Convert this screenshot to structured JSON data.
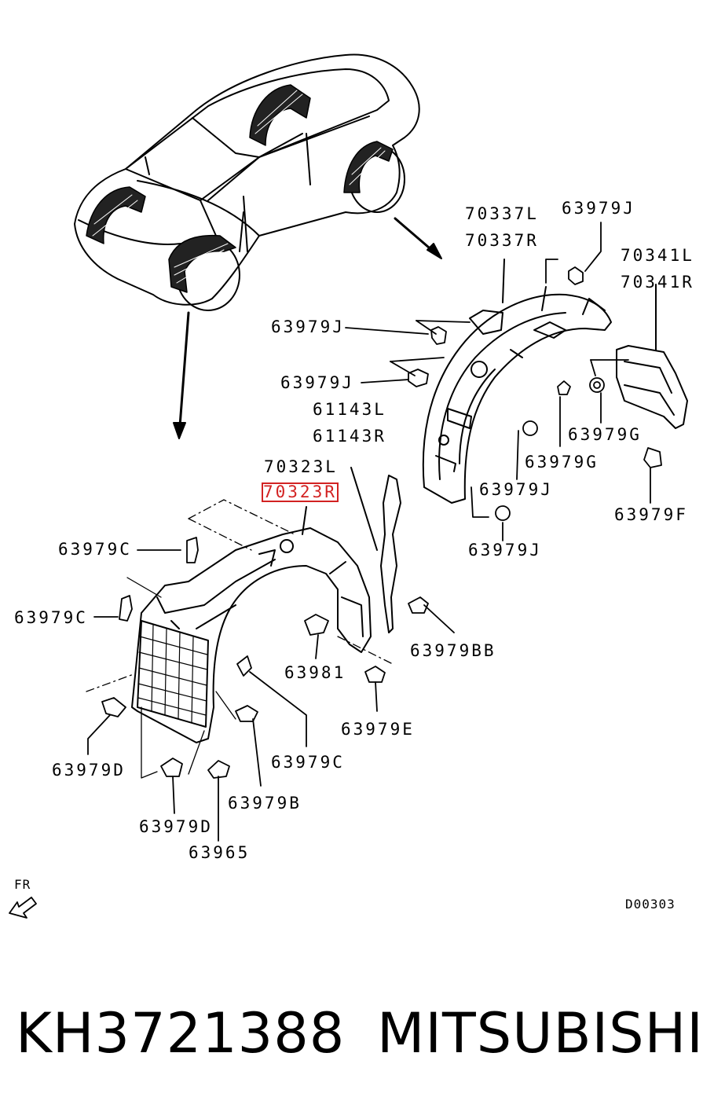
{
  "labels": {
    "p70337L": "70337L",
    "p70337R": "70337R",
    "p63979J_top": "63979J",
    "p70341L": "70341L",
    "p70341R": "70341R",
    "p63979J_a": "63979J",
    "p63979J_b": "63979J",
    "p61143L": "61143L",
    "p61143R": "61143R",
    "p63979G_a": "63979G",
    "p63979G_b": "63979G",
    "p63979J_c": "63979J",
    "p63979F": "63979F",
    "p63979J_d": "63979J",
    "p70323L": "70323L",
    "p70323R": "70323R",
    "p63979C_a": "63979C",
    "p63979C_b": "63979C",
    "p63979BB": "63979BB",
    "p63981": "63981",
    "p63979E": "63979E",
    "p63979D_a": "63979D",
    "p63979C_c": "63979C",
    "p63979B": "63979B",
    "p63979D_b": "63979D",
    "p63965": "63965"
  },
  "direction": {
    "fr": "FR"
  },
  "drawing_code": "D00303",
  "footer": {
    "part_number": "KH3721388",
    "brand": "MITSUBISHI"
  },
  "highlight_color": "#d22222"
}
